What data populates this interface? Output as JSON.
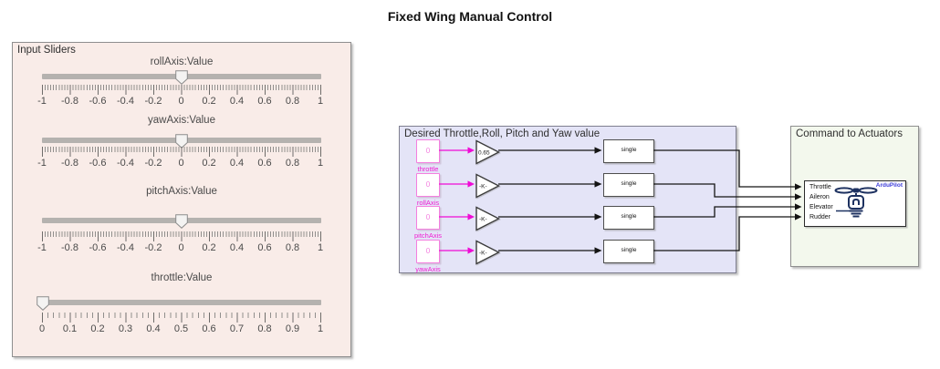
{
  "title": "Fixed Wing Manual Control",
  "sliders_panel": {
    "title": "Input Sliders",
    "sliders": [
      {
        "label": "rollAxis:Value",
        "value": "0",
        "min": "-1",
        "max": "1",
        "tick_labels": [
          "-1",
          "-0.8",
          "-0.6",
          "-0.4",
          "-0.2",
          "0",
          "0.2",
          "0.4",
          "0.6",
          "0.8",
          "1"
        ]
      },
      {
        "label": "yawAxis:Value",
        "value": "0",
        "min": "-1",
        "max": "1",
        "tick_labels": [
          "-1",
          "-0.8",
          "-0.6",
          "-0.4",
          "-0.2",
          "0",
          "0.2",
          "0.4",
          "0.6",
          "0.8",
          "1"
        ]
      },
      {
        "label": "pitchAxis:Value",
        "value": "0",
        "min": "-1",
        "max": "1",
        "tick_labels": [
          "-1",
          "-0.8",
          "-0.6",
          "-0.4",
          "-0.2",
          "0",
          "0.2",
          "0.4",
          "0.6",
          "0.8",
          "1"
        ]
      },
      {
        "label": "throttle:Value",
        "value": "0",
        "min": "0",
        "max": "1",
        "tick_labels": [
          "0",
          "0.1",
          "0.2",
          "0.3",
          "0.4",
          "0.5",
          "0.6",
          "0.7",
          "0.8",
          "0.9",
          "1"
        ]
      }
    ]
  },
  "desired_panel": {
    "title": "Desired Throttle,Roll, Pitch and Yaw value",
    "rows": [
      {
        "input_value": "0",
        "input_label": "throttle",
        "gain": "0.65",
        "converter": "single"
      },
      {
        "input_value": "0",
        "input_label": "rollAxis",
        "gain": "-K-",
        "converter": "single"
      },
      {
        "input_value": "0",
        "input_label": "pitchAxis",
        "gain": "-K-",
        "converter": "single"
      },
      {
        "input_value": "0",
        "input_label": "yawAxis",
        "gain": "-K-",
        "converter": "single"
      }
    ]
  },
  "actuators_panel": {
    "title": "Command to Actuators",
    "block": {
      "label": "ArduPilot",
      "ports": [
        "Throttle",
        "Aileron",
        "Elevator",
        "Rudder"
      ],
      "icon": "helicopter-icon"
    }
  },
  "colors": {
    "sliders_panel_bg": "#f9ece8",
    "desired_panel_bg": "#e4e4f7",
    "actuators_panel_bg": "#f3f8ed",
    "signal_magenta": "#ef0ad5",
    "signal_black": "#141414",
    "ardupilot_blue": "#3c3cd9",
    "icon_navy": "#1d3160"
  }
}
